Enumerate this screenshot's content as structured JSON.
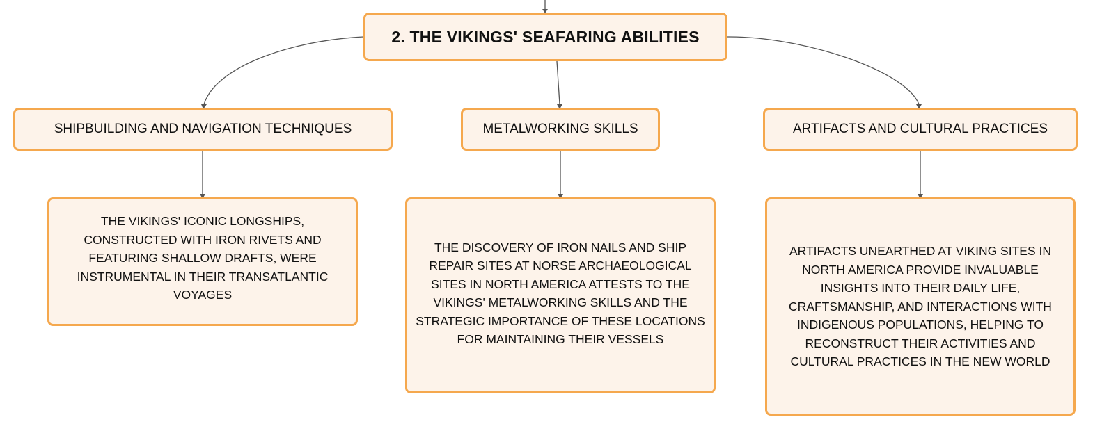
{
  "colors": {
    "node_fill": "#fdf3ea",
    "node_border": "#f5a84e",
    "connector": "#555555",
    "text": "#111111"
  },
  "root": {
    "label": "2. THE VIKINGS' SEAFARING ABILITIES"
  },
  "branches": [
    {
      "label": "SHIPBUILDING AND NAVIGATION TECHNIQUES",
      "detail": "THE VIKINGS' ICONIC LONGSHIPS, CONSTRUCTED WITH IRON RIVETS AND FEATURING SHALLOW DRAFTS, WERE INSTRUMENTAL IN THEIR TRANSATLANTIC VOYAGES"
    },
    {
      "label": "METALWORKING SKILLS",
      "detail": "THE DISCOVERY OF IRON NAILS AND SHIP REPAIR SITES AT NORSE ARCHAEOLOGICAL SITES IN NORTH AMERICA ATTESTS TO THE VIKINGS' METALWORKING SKILLS AND THE STRATEGIC IMPORTANCE OF THESE LOCATIONS FOR MAINTAINING THEIR VESSELS"
    },
    {
      "label": "ARTIFACTS AND CULTURAL PRACTICES",
      "detail": "ARTIFACTS UNEARTHED AT VIKING SITES IN NORTH AMERICA PROVIDE INVALUABLE INSIGHTS INTO THEIR DAILY LIFE, CRAFTSMANSHIP, AND INTERACTIONS WITH INDIGENOUS POPULATIONS, HELPING TO RECONSTRUCT THEIR ACTIVITIES AND CULTURAL PRACTICES IN THE NEW WORLD"
    }
  ]
}
